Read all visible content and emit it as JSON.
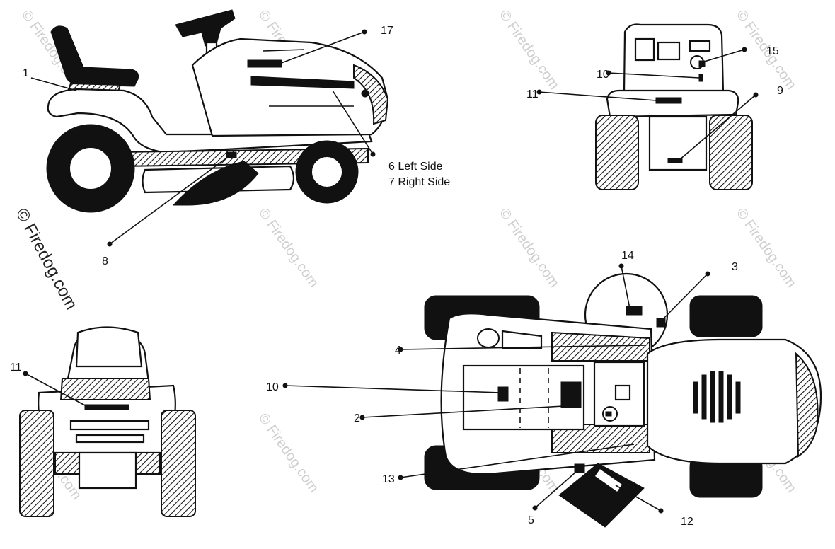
{
  "watermark": {
    "main": "© Firedog.com",
    "faint": "© Firedog.com"
  },
  "callouts": [
    {
      "id": "c1",
      "text": "1"
    },
    {
      "id": "c17",
      "text": "17"
    },
    {
      "id": "c6",
      "text": "6 Left Side"
    },
    {
      "id": "c7",
      "text": "7 Right Side"
    },
    {
      "id": "c8",
      "text": "8"
    },
    {
      "id": "c15",
      "text": "15"
    },
    {
      "id": "c10a",
      "text": "10"
    },
    {
      "id": "c11a",
      "text": "11"
    },
    {
      "id": "c9",
      "text": "9"
    },
    {
      "id": "c14",
      "text": "14"
    },
    {
      "id": "c3",
      "text": "3"
    },
    {
      "id": "c4",
      "text": "4"
    },
    {
      "id": "c10b",
      "text": "10"
    },
    {
      "id": "c2",
      "text": "2"
    },
    {
      "id": "c13",
      "text": "13"
    },
    {
      "id": "c5",
      "text": "5"
    },
    {
      "id": "c12",
      "text": "12"
    },
    {
      "id": "c11b",
      "text": "11"
    }
  ]
}
